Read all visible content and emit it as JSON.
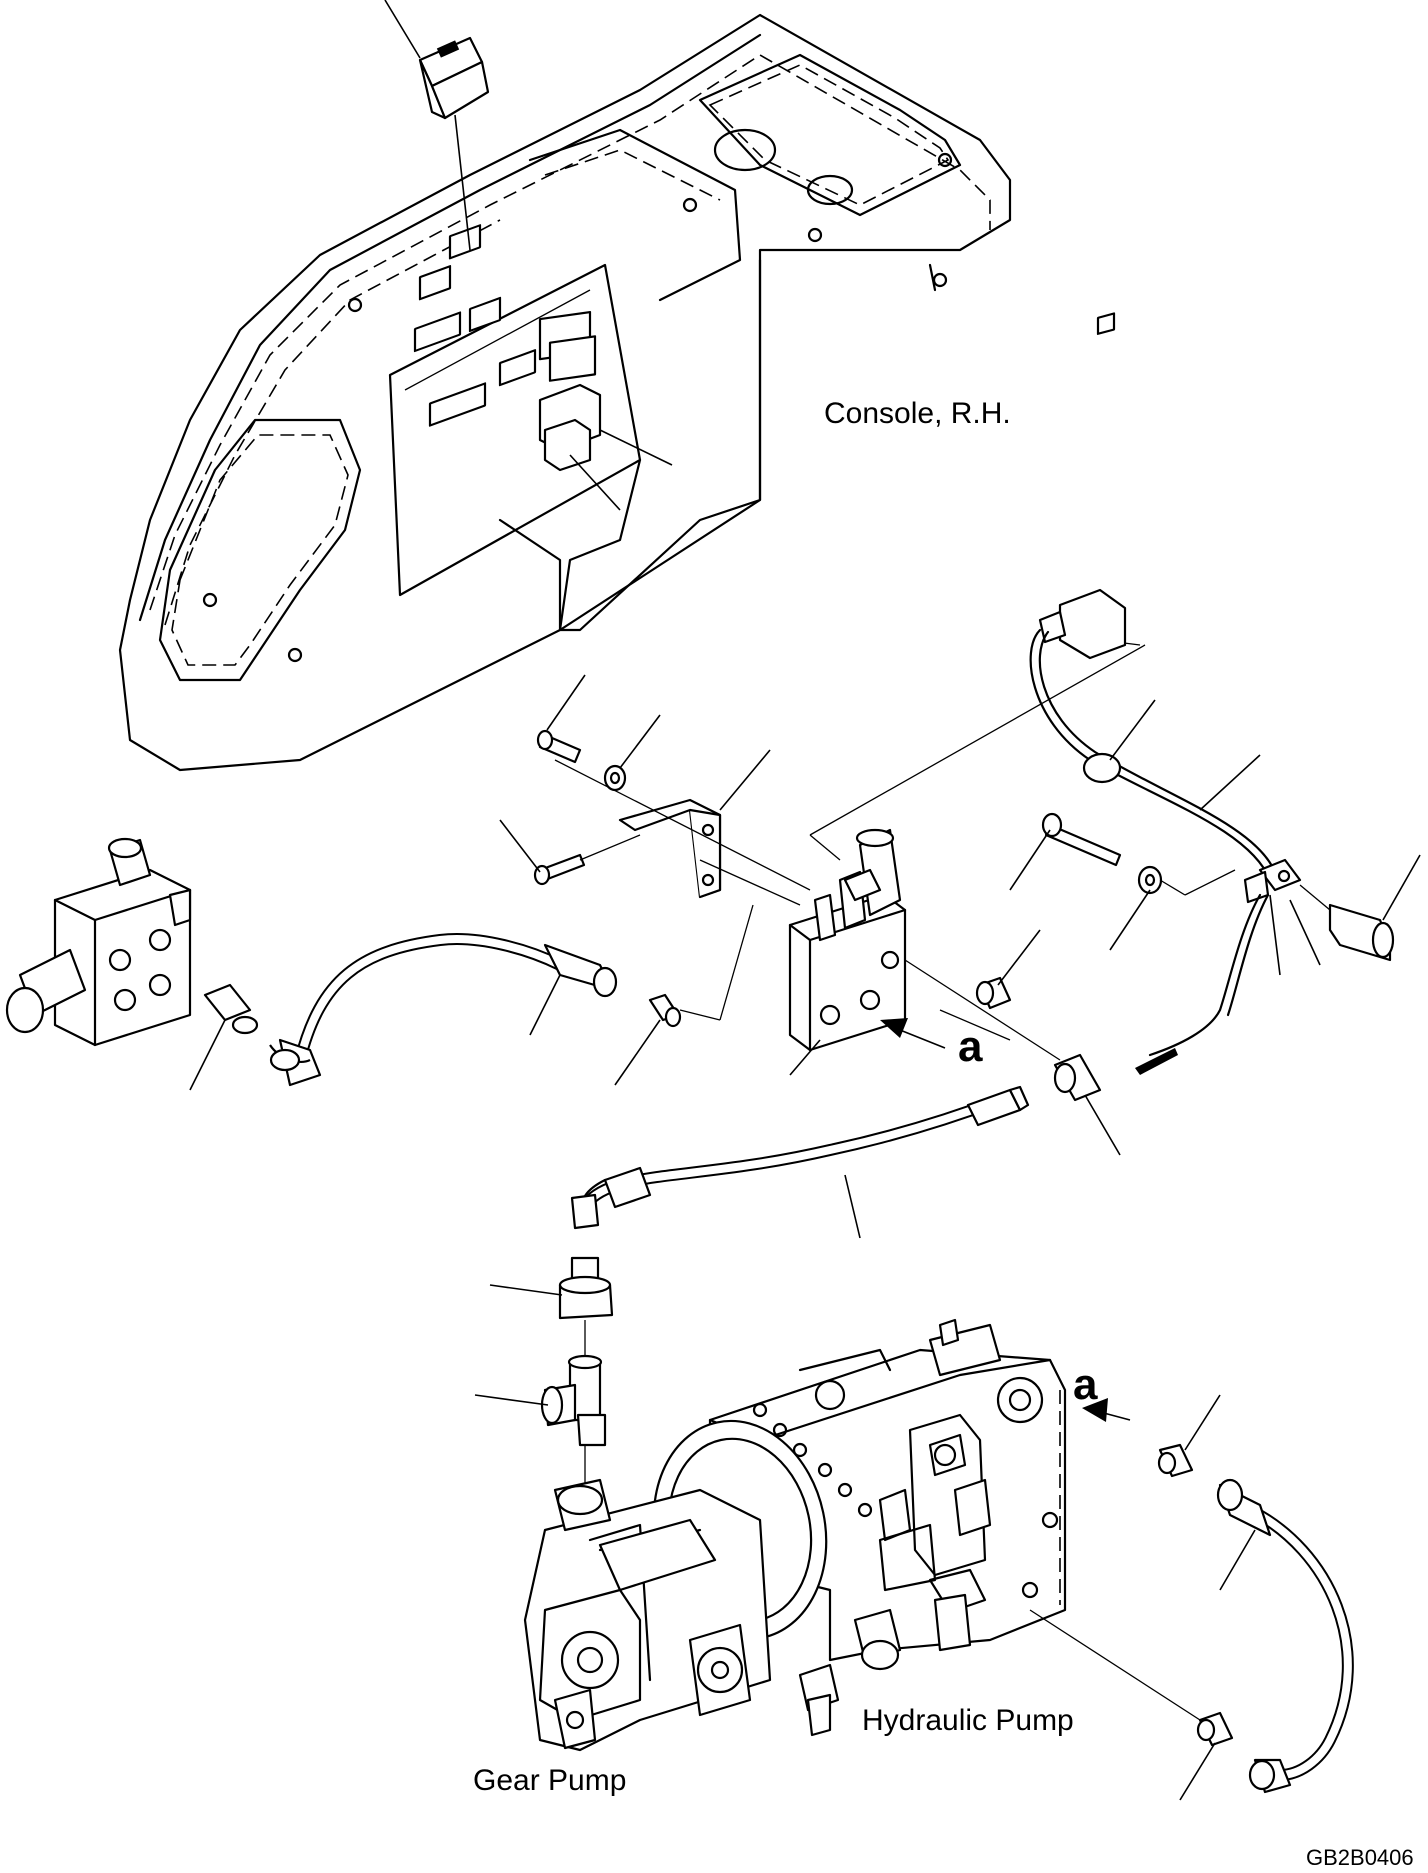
{
  "labels": {
    "console": "Console, R.H.",
    "hydraulic_pump": "Hydraulic Pump",
    "gear_pump": "Gear Pump",
    "ref_a_upper": "a",
    "ref_a_lower": "a",
    "drawing_code": "GB2B0406"
  }
}
